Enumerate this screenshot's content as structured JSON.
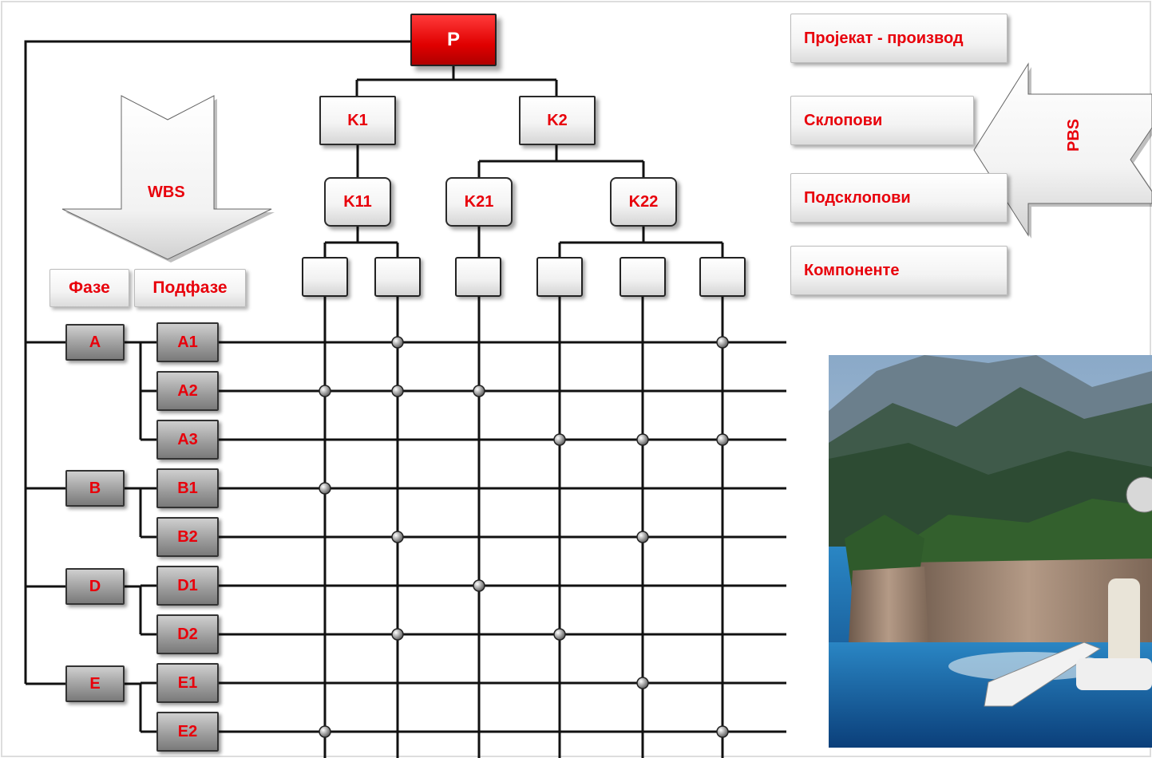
{
  "root": {
    "label": "P"
  },
  "assemblies": [
    {
      "label": "K1"
    },
    {
      "label": "K2"
    }
  ],
  "subassemblies": [
    {
      "label": "K11"
    },
    {
      "label": "K21"
    },
    {
      "label": "K22"
    }
  ],
  "levels": {
    "project": "Пројекат - производ",
    "assemblies": "Склопови",
    "subassemblies": "Подсклопови",
    "components": "Компоненте"
  },
  "arrows": {
    "wbs": "WBS",
    "pbs": "PBS"
  },
  "headers": {
    "phases": "Фазе",
    "subphases": "Подфазе"
  },
  "phases": [
    {
      "label": "A"
    },
    {
      "label": "B"
    },
    {
      "label": "D"
    },
    {
      "label": "E"
    }
  ],
  "subphases": [
    {
      "label": "A1"
    },
    {
      "label": "A2"
    },
    {
      "label": "A3"
    },
    {
      "label": "B1"
    },
    {
      "label": "B2"
    },
    {
      "label": "D1"
    },
    {
      "label": "D2"
    },
    {
      "label": "E1"
    },
    {
      "label": "E2"
    }
  ],
  "matrix": {
    "A1": [
      2,
      6
    ],
    "A2": [
      1,
      2,
      3
    ],
    "A3": [
      4,
      5,
      6
    ],
    "B1": [
      1
    ],
    "B2": [
      2,
      5
    ],
    "D1": [
      3
    ],
    "D2": [
      2,
      4
    ],
    "E1": [
      5
    ],
    "E2": [
      1,
      6
    ]
  },
  "photo": {
    "description_icon": "resort-island-photo"
  },
  "colors": {
    "label": "#e8000b",
    "root": "#e00000",
    "line": "#111111"
  }
}
